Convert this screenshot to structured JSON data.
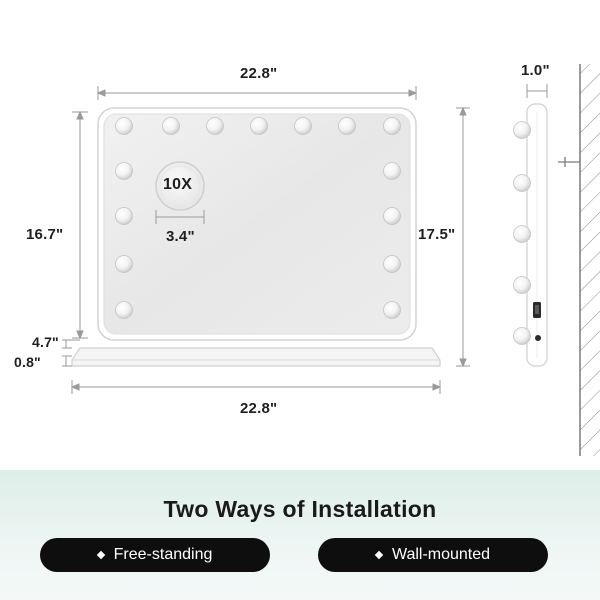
{
  "dimensions": {
    "width_top": "22.8\"",
    "width_bottom": "22.8\"",
    "mirror_height": "16.7\"",
    "total_height": "17.5\"",
    "base_height": "4.7\"",
    "base_thickness": "0.8\"",
    "magnifier_diameter": "3.4\"",
    "depth": "1.0\""
  },
  "magnifier_label": "10X",
  "banner": {
    "title": "Two Ways of Installation",
    "options": [
      "Free-standing",
      "Wall-mounted"
    ]
  },
  "colors": {
    "banner_top": "#ddeee9",
    "pill_background": "#0e0e0e",
    "pill_text": "#ffffff"
  }
}
